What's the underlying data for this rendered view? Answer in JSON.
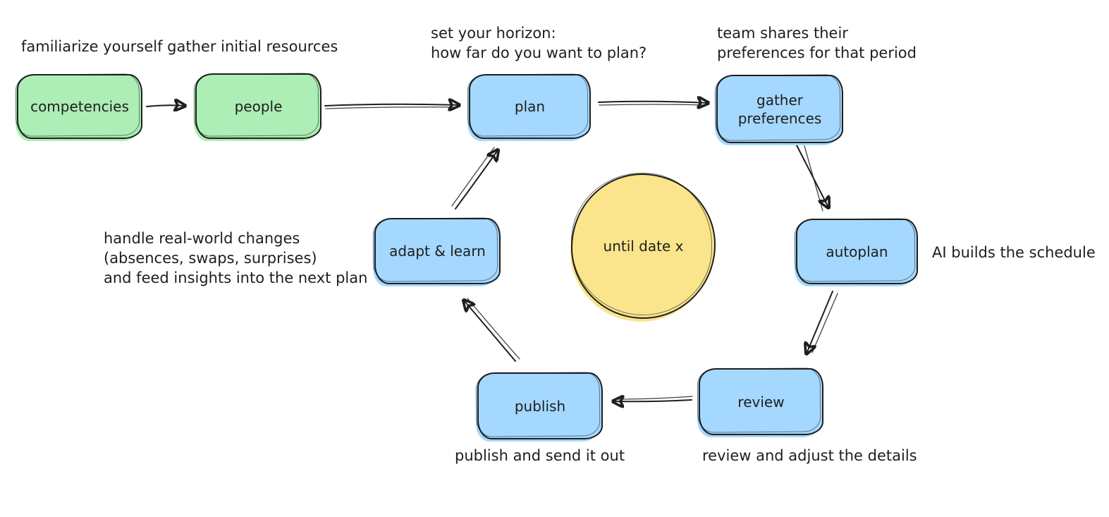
{
  "diagram": {
    "background": "#ffffff",
    "stroke_color": "#1e1e1e",
    "nodes": [
      {
        "id": "competencies",
        "label": "competencies",
        "fill": "#aceeb5"
      },
      {
        "id": "people",
        "label": "people",
        "fill": "#aceeb5"
      },
      {
        "id": "plan",
        "label": "plan",
        "fill": "#a5d8ff"
      },
      {
        "id": "gather_preferences",
        "label": "gather preferences",
        "fill": "#a5d8ff"
      },
      {
        "id": "autoplan",
        "label": "autoplan",
        "fill": "#a5d8ff"
      },
      {
        "id": "review",
        "label": "review",
        "fill": "#a5d8ff"
      },
      {
        "id": "publish",
        "label": "publish",
        "fill": "#a5d8ff"
      },
      {
        "id": "adapt_learn",
        "label": "adapt & learn",
        "fill": "#a5d8ff"
      }
    ],
    "hub": {
      "id": "until_date_x",
      "label": "until date x",
      "fill": "#fae58c"
    },
    "annotations": [
      {
        "id": "getting_started",
        "text": "familiarize yourself gather initial resources"
      },
      {
        "id": "plan_horizon",
        "text": "set your horizon:\nhow far do you want to plan?"
      },
      {
        "id": "team_prefs",
        "text": "team shares their\npreferences for that period"
      },
      {
        "id": "ai_schedule",
        "text": "AI builds the schedule"
      },
      {
        "id": "adapt_changes",
        "text": "handle real-world changes\n(absences, swaps, surprises)\nand feed insights into the next plan"
      },
      {
        "id": "publish_note",
        "text": "publish and send it out"
      },
      {
        "id": "review_note",
        "text": "review and adjust the details"
      }
    ],
    "edges": [
      {
        "from": "competencies",
        "to": "people"
      },
      {
        "from": "people",
        "to": "plan"
      },
      {
        "from": "plan",
        "to": "gather_preferences"
      },
      {
        "from": "gather_preferences",
        "to": "autoplan"
      },
      {
        "from": "autoplan",
        "to": "review"
      },
      {
        "from": "review",
        "to": "publish"
      },
      {
        "from": "publish",
        "to": "adapt_learn"
      },
      {
        "from": "adapt_learn",
        "to": "plan"
      }
    ]
  }
}
